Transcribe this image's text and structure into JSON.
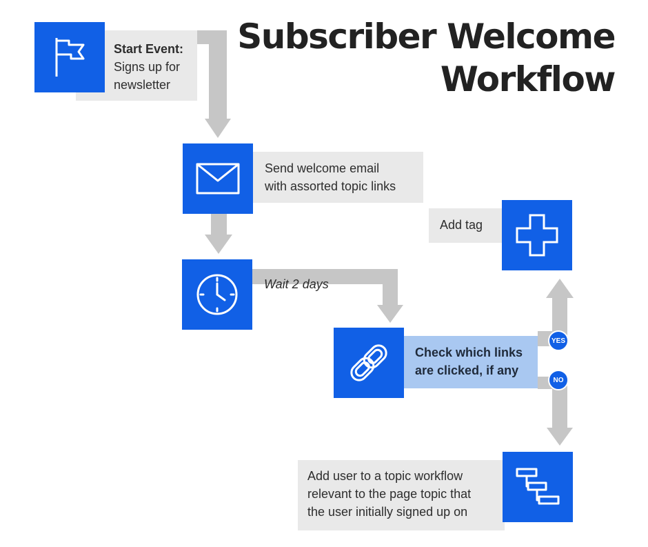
{
  "title": {
    "line1": "Subscriber Welcome",
    "line2": "Workflow"
  },
  "colors": {
    "accent": "#1160e6",
    "label_bg": "#e9e9e9",
    "highlight_bg": "#a9c8f1",
    "connector": "#c6c6c6"
  },
  "nodes": {
    "start": {
      "icon": "flag-icon",
      "heading": "Start Event:",
      "line1": "Signs up for",
      "line2": "newsletter"
    },
    "send_email": {
      "icon": "envelope-icon",
      "line1": "Send welcome email",
      "line2": "with assorted topic links"
    },
    "wait": {
      "icon": "clock-icon",
      "text": "Wait 2 days"
    },
    "check_links": {
      "icon": "link-icon",
      "line1": "Check which links",
      "line2": "are clicked, if any"
    },
    "add_tag": {
      "icon": "plus-icon",
      "text": "Add tag"
    },
    "add_workflow": {
      "icon": "workflow-icon",
      "line1": "Add user to a topic workflow",
      "line2": "relevant to the page topic that",
      "line3": "the user initially signed up on"
    }
  },
  "branches": {
    "yes": "YES",
    "no": "NO"
  }
}
